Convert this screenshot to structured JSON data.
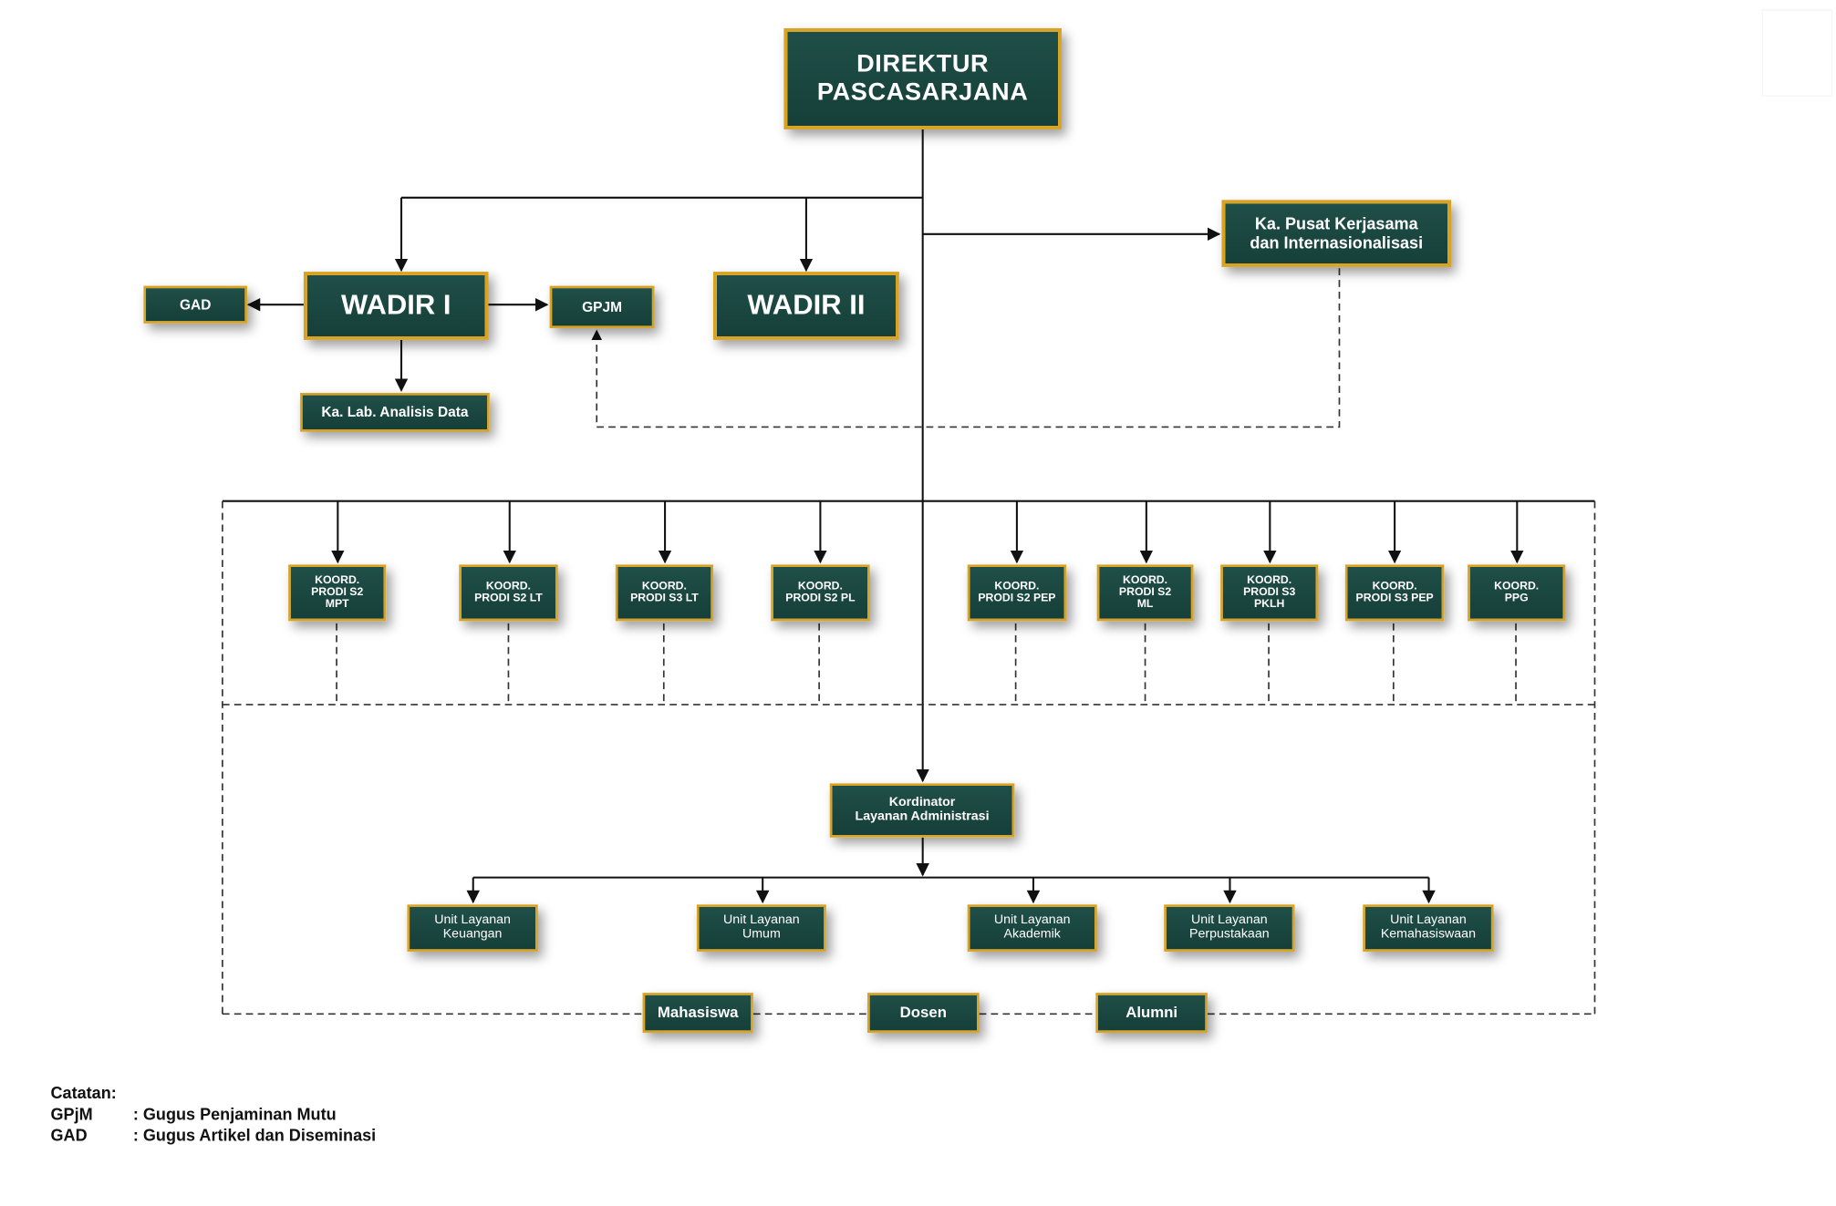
{
  "director": "DIREKTUR\nPASCASARJANA",
  "wadir_1": "WADIR I",
  "wadir_2": "WADIR II",
  "gad": "GAD",
  "gpjm": "GPJM",
  "lab": "Ka. Lab. Analisis Data",
  "pusat_kerjasama": "Ka. Pusat Kerjasama\ndan Internasionalisasi",
  "koordinators": [
    "KOORD.\nPRODI S2\nMPT",
    "KOORD.\nPRODI S2 LT",
    "KOORD.\nPRODI S3 LT",
    "KOORD.\nPRODI S2 PL",
    "KOORD.\nPRODI S2 PEP",
    "KOORD.\nPRODI S2\nML",
    "KOORD.\nPRODI S3\nPKLH",
    "KOORD.\nPRODI S3 PEP",
    "KOORD.\nPPG"
  ],
  "admin_coordinator": "Kordinator\nLayanan Administrasi",
  "units": [
    "Unit Layanan\nKeuangan",
    "Unit Layanan\nUmum",
    "Unit Layanan\nAkademik",
    "Unit Layanan\nPerpustakaan",
    "Unit Layanan\nKemahasiswaan"
  ],
  "stakeholders": [
    "Mahasiswa",
    "Dosen",
    "Alumni"
  ],
  "notes": {
    "title": "Catatan:",
    "items": [
      {
        "abbr": "GPjM",
        "text": ": Gugus Penjaminan Mutu"
      },
      {
        "abbr": "GAD",
        "text": ": Gugus Artikel dan Diseminasi"
      }
    ]
  },
  "colors": {
    "box_fill": "#1a4841",
    "box_border": "#d9a321",
    "box_text": "#ffffff",
    "line": "#111111"
  }
}
